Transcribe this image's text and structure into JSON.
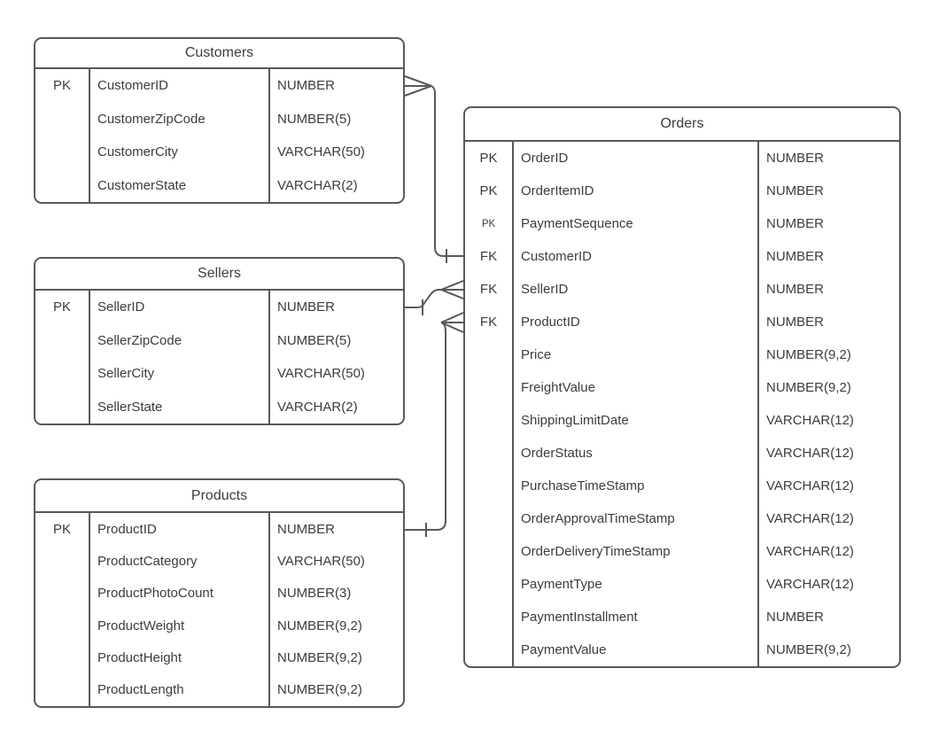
{
  "tables": [
    {
      "id": "customers",
      "title": "Customers",
      "rows": [
        {
          "key": "PK",
          "name": "CustomerID",
          "type": "NUMBER"
        },
        {
          "key": "",
          "name": "CustomerZipCode",
          "type": "NUMBER(5)"
        },
        {
          "key": "",
          "name": "CustomerCity",
          "type": "VARCHAR(50)"
        },
        {
          "key": "",
          "name": "CustomerState",
          "type": "VARCHAR(2)"
        }
      ]
    },
    {
      "id": "sellers",
      "title": "Sellers",
      "rows": [
        {
          "key": "PK",
          "name": "SellerID",
          "type": "NUMBER"
        },
        {
          "key": "",
          "name": "SellerZipCode",
          "type": "NUMBER(5)"
        },
        {
          "key": "",
          "name": "SellerCity",
          "type": "VARCHAR(50)"
        },
        {
          "key": "",
          "name": "SellerState",
          "type": "VARCHAR(2)"
        }
      ]
    },
    {
      "id": "products",
      "title": "Products",
      "rows": [
        {
          "key": "PK",
          "name": "ProductID",
          "type": "NUMBER"
        },
        {
          "key": "",
          "name": "ProductCategory",
          "type": "VARCHAR(50)"
        },
        {
          "key": "",
          "name": "ProductPhotoCount",
          "type": "NUMBER(3)"
        },
        {
          "key": "",
          "name": "ProductWeight",
          "type": "NUMBER(9,2)"
        },
        {
          "key": "",
          "name": "ProductHeight",
          "type": "NUMBER(9,2)"
        },
        {
          "key": "",
          "name": "ProductLength",
          "type": "NUMBER(9,2)"
        }
      ]
    },
    {
      "id": "orders",
      "title": "Orders",
      "rows": [
        {
          "key": "PK",
          "name": "OrderID",
          "type": "NUMBER"
        },
        {
          "key": "PK",
          "name": "OrderItemID",
          "type": "NUMBER"
        },
        {
          "key": "PK",
          "name": "PaymentSequence",
          "type": "NUMBER",
          "key_small": true
        },
        {
          "key": "FK",
          "name": "CustomerID",
          "type": "NUMBER"
        },
        {
          "key": "FK",
          "name": "SellerID",
          "type": "NUMBER"
        },
        {
          "key": "FK",
          "name": "ProductID",
          "type": "NUMBER"
        },
        {
          "key": "",
          "name": "Price",
          "type": "NUMBER(9,2)"
        },
        {
          "key": "",
          "name": "FreightValue",
          "type": "NUMBER(9,2)"
        },
        {
          "key": "",
          "name": "ShippingLimitDate",
          "type": "VARCHAR(12)"
        },
        {
          "key": "",
          "name": "OrderStatus",
          "type": "VARCHAR(12)"
        },
        {
          "key": "",
          "name": "PurchaseTimeStamp",
          "type": "VARCHAR(12)"
        },
        {
          "key": "",
          "name": "OrderApprovalTimeStamp",
          "type": "VARCHAR(12)"
        },
        {
          "key": "",
          "name": "OrderDeliveryTimeStamp",
          "type": "VARCHAR(12)"
        },
        {
          "key": "",
          "name": "PaymentType",
          "type": "VARCHAR(12)"
        },
        {
          "key": "",
          "name": "PaymentInstallment",
          "type": "NUMBER"
        },
        {
          "key": "",
          "name": "PaymentValue",
          "type": "NUMBER(9,2)"
        }
      ]
    }
  ],
  "relationships": [
    {
      "from_table": "Customers",
      "from_field": "CustomerID",
      "to_table": "Orders",
      "to_field": "CustomerID",
      "from_cardinality": "many",
      "to_cardinality": "one"
    },
    {
      "from_table": "Sellers",
      "from_field": "SellerID",
      "to_table": "Orders",
      "to_field": "SellerID",
      "from_cardinality": "one",
      "to_cardinality": "many"
    },
    {
      "from_table": "Products",
      "from_field": "ProductID",
      "to_table": "Orders",
      "to_field": "ProductID",
      "from_cardinality": "one",
      "to_cardinality": "many"
    }
  ],
  "colors": {
    "line": "#58595b",
    "text": "#3c3c3c",
    "background": "#ffffff"
  }
}
